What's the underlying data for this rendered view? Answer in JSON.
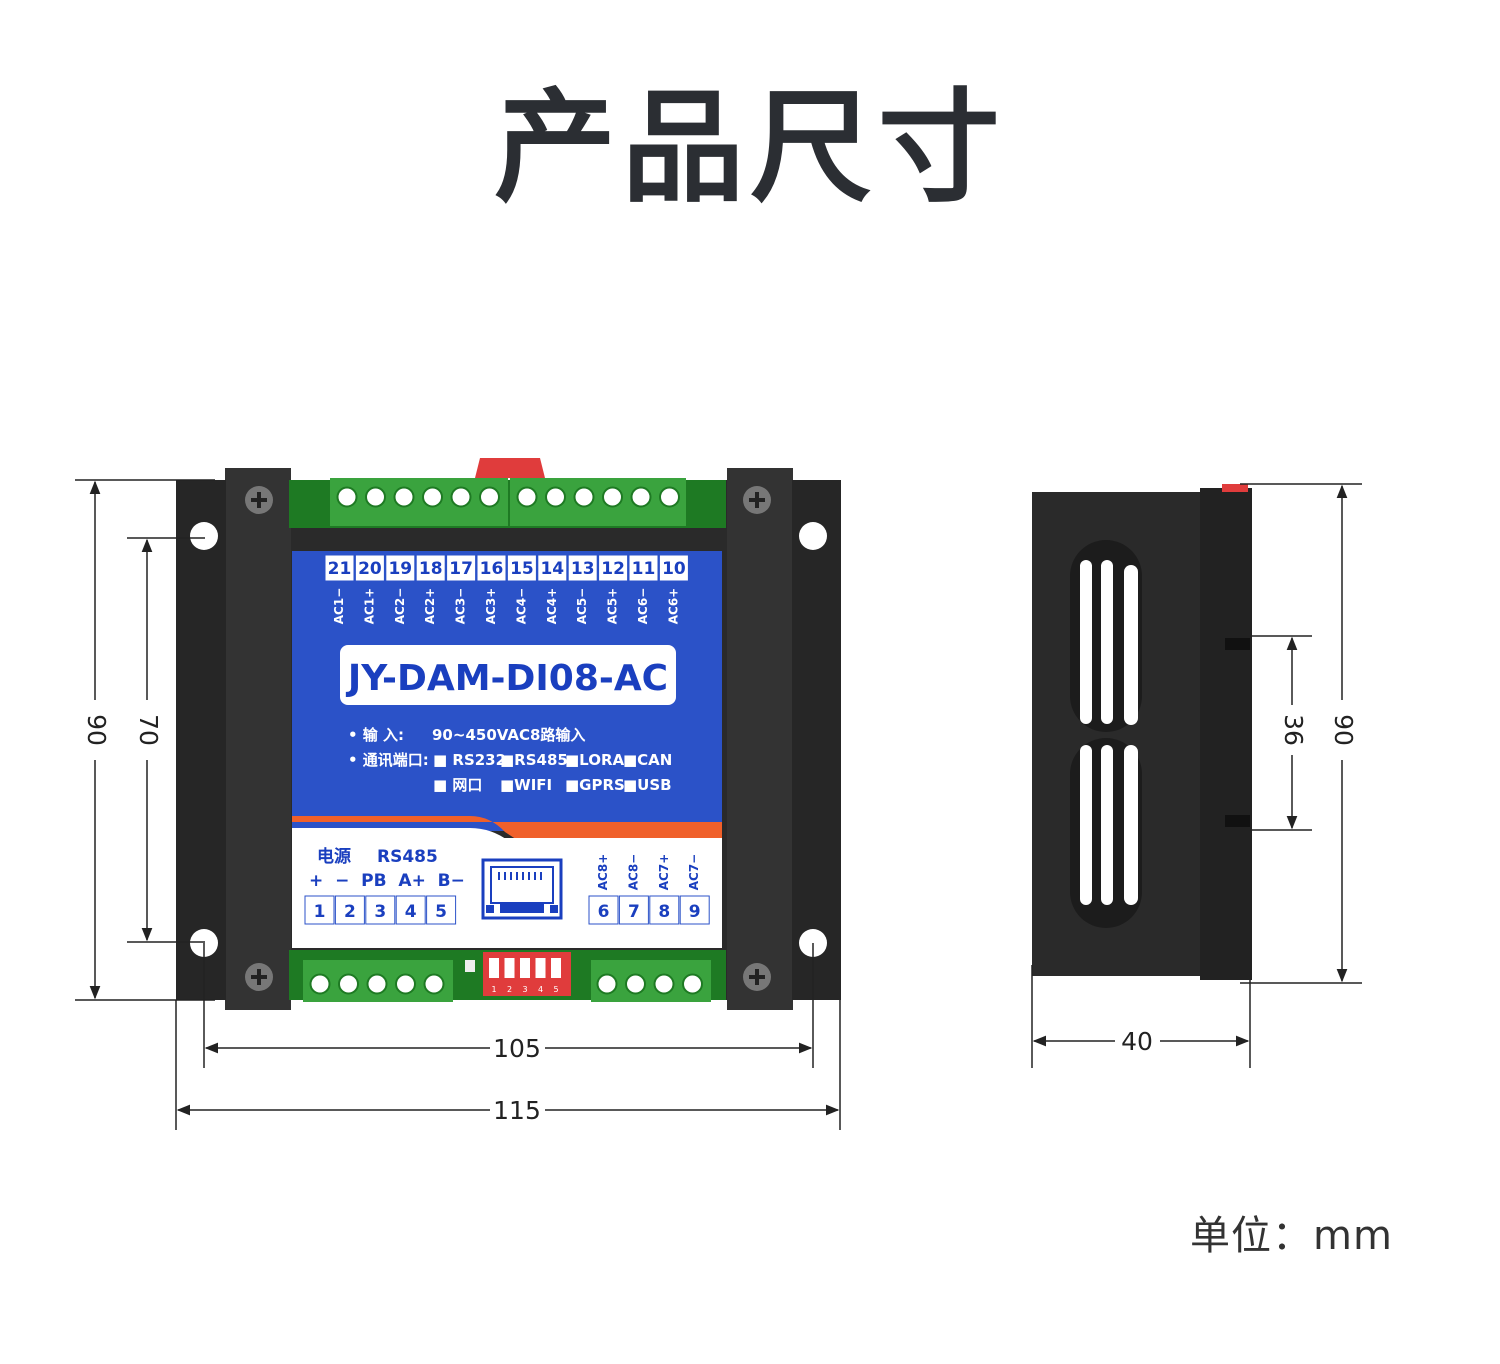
{
  "title": "产品尺寸",
  "unit": "单位：mm",
  "model": "JY-DAM-DI08-AC",
  "specs": {
    "input_label": "• 输 入:",
    "input_value": "90~450VAC8路输入",
    "comm_label": "• 通讯端口:",
    "ports_row1": [
      "■ RS232",
      "■RS485",
      "■LORA",
      "■CAN"
    ],
    "ports_row2": [
      "■ 网口",
      "■WIFI",
      "■GPRS",
      "■USB"
    ]
  },
  "top_terminals": {
    "numbers": [
      "21",
      "20",
      "19",
      "18",
      "17",
      "16",
      "15",
      "14",
      "13",
      "12",
      "11",
      "10"
    ],
    "labels": [
      "AC1−",
      "AC1+",
      "AC2−",
      "AC2+",
      "AC3−",
      "AC3+",
      "AC4−",
      "AC4+",
      "AC5−",
      "AC5+",
      "AC6−",
      "AC6+"
    ]
  },
  "bottom_left": {
    "power_label": "电源",
    "rs485_label": "RS485",
    "signals": "+  −  PB  A+  B−",
    "numbers": [
      "1",
      "2",
      "3",
      "4",
      "5"
    ]
  },
  "bottom_right": {
    "labels": [
      "AC8+",
      "AC8−",
      "AC7+",
      "AC7−"
    ],
    "numbers": [
      "6",
      "7",
      "8",
      "9"
    ]
  },
  "dip_numbers": [
    "1",
    "2",
    "3",
    "4",
    "5"
  ],
  "dimensions": {
    "front_height_outer": "90",
    "front_height_inner": "70",
    "front_width_inner": "105",
    "front_width_outer": "115",
    "side_depth": "40",
    "side_rail": "36",
    "side_height": "90"
  },
  "colors": {
    "housing": "#2a2a2a",
    "panel_blue": "#2b52c8",
    "terminal_green": "#3aa33e",
    "accent_orange": "#f0602a",
    "dip_red": "#e03c3c"
  }
}
